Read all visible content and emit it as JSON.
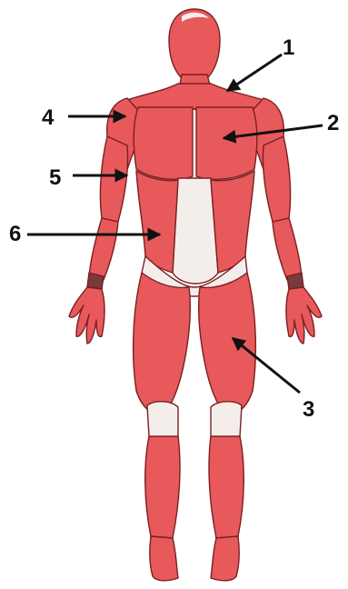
{
  "diagram": {
    "colors": {
      "muscle": "#e8595b",
      "muscle_shade": "#c43b3e",
      "outline": "#7a1f22",
      "tendon": "#f4eeea",
      "arrow": "#111111",
      "background": "#ffffff"
    },
    "labels": [
      {
        "id": "label-1",
        "text": "1"
      },
      {
        "id": "label-2",
        "text": "2"
      },
      {
        "id": "label-3",
        "text": "3"
      },
      {
        "id": "label-4",
        "text": "4"
      },
      {
        "id": "label-5",
        "text": "5"
      },
      {
        "id": "label-6",
        "text": "6"
      }
    ]
  }
}
